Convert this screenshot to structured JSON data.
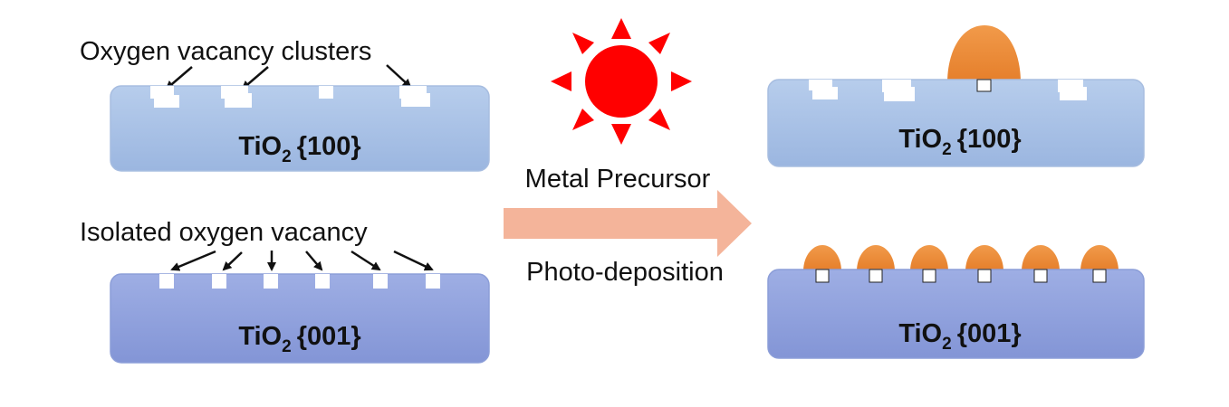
{
  "left_top": {
    "callout": "Oxygen vacancy clusters",
    "slab_base": "TiO",
    "slab_sub": "2",
    "slab_facet": "{100}"
  },
  "left_bottom": {
    "callout": "Isolated oxygen vacancy",
    "slab_base": "TiO",
    "slab_sub": "2",
    "slab_facet": "{001}"
  },
  "process": {
    "top_label": "Metal Precursor",
    "bottom_label": "Photo-deposition",
    "light_icon": "sun-icon",
    "arrow_icon": "right-arrow-icon"
  },
  "right_top": {
    "slab_base": "TiO",
    "slab_sub": "2",
    "slab_facet": "{100}"
  },
  "right_bottom": {
    "slab_base": "TiO",
    "slab_sub": "2",
    "slab_facet": "{001}"
  },
  "colors": {
    "slab_100": "#a9c3e6",
    "slab_001": "#8ea0dc",
    "metal": "#ee8833",
    "sun": "#ff0000",
    "arrow": "#f4b49a"
  }
}
